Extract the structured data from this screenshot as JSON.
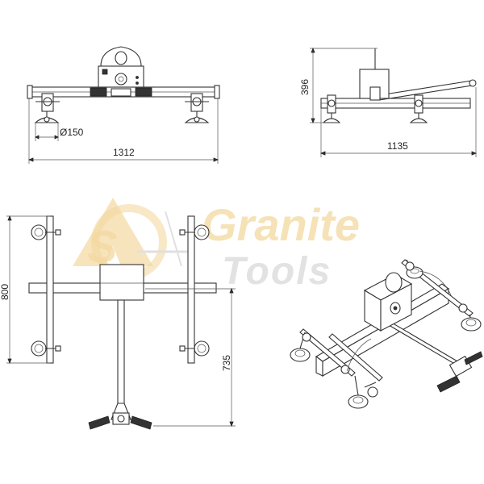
{
  "watermark": {
    "brand_line1": "Granite",
    "brand_line2": "Tools",
    "accent_color": "#f2c86a",
    "secondary_color": "#cfcfcf",
    "logo_letter": "S"
  },
  "dimensions": {
    "front_width": "1312",
    "cup_diameter": "Ø150",
    "side_width": "1135",
    "side_height": "396",
    "top_height": "800",
    "top_handle_length": "735"
  },
  "line_color": "#333333",
  "views": [
    "front-view",
    "side-view",
    "top-view",
    "isometric-view"
  ]
}
